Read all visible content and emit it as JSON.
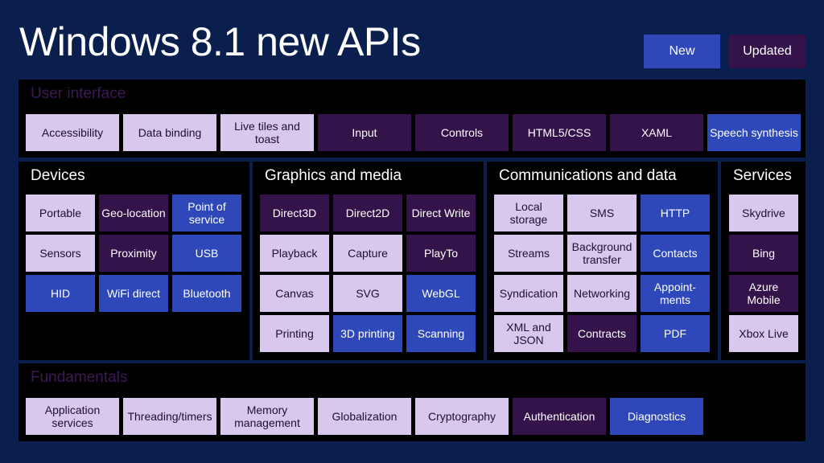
{
  "title": "Windows 8.1 new APIs",
  "legend": {
    "new": "New",
    "updated": "Updated"
  },
  "colors": {
    "background": "#0a1f4e",
    "existing": "#d9c8ee",
    "updated": "#34124a",
    "new": "#2e47b9",
    "panel": "#000000"
  },
  "user_interface": {
    "heading": "User interface",
    "tiles": [
      {
        "label": "Accessibility",
        "status": "existing"
      },
      {
        "label": "Data binding",
        "status": "existing"
      },
      {
        "label": "Live tiles and toast",
        "status": "existing"
      },
      {
        "label": "Input",
        "status": "updated"
      },
      {
        "label": "Controls",
        "status": "updated"
      },
      {
        "label": "HTML5/CSS",
        "status": "updated"
      },
      {
        "label": "XAML",
        "status": "updated"
      },
      {
        "label": "Speech synthesis",
        "status": "new"
      }
    ]
  },
  "devices": {
    "heading": "Devices",
    "tiles": [
      {
        "label": "Portable",
        "status": "existing"
      },
      {
        "label": "Geo-location",
        "status": "updated"
      },
      {
        "label": "Point of service",
        "status": "new"
      },
      {
        "label": "Sensors",
        "status": "existing"
      },
      {
        "label": "Proximity",
        "status": "updated"
      },
      {
        "label": "USB",
        "status": "new"
      },
      {
        "label": "HID",
        "status": "new"
      },
      {
        "label": "WiFi direct",
        "status": "new"
      },
      {
        "label": "Bluetooth",
        "status": "new"
      }
    ]
  },
  "graphics_media": {
    "heading": "Graphics and media",
    "tiles": [
      {
        "label": "Direct3D",
        "status": "updated"
      },
      {
        "label": "Direct2D",
        "status": "updated"
      },
      {
        "label": "Direct Write",
        "status": "updated"
      },
      {
        "label": "Playback",
        "status": "existing"
      },
      {
        "label": "Capture",
        "status": "existing"
      },
      {
        "label": "PlayTo",
        "status": "updated"
      },
      {
        "label": "Canvas",
        "status": "existing"
      },
      {
        "label": "SVG",
        "status": "existing"
      },
      {
        "label": "WebGL",
        "status": "new"
      },
      {
        "label": "Printing",
        "status": "existing"
      },
      {
        "label": "3D printing",
        "status": "new"
      },
      {
        "label": "Scanning",
        "status": "new"
      }
    ]
  },
  "communications_data": {
    "heading": "Communications and data",
    "tiles": [
      {
        "label": "Local storage",
        "status": "existing"
      },
      {
        "label": "SMS",
        "status": "existing"
      },
      {
        "label": "HTTP",
        "status": "new"
      },
      {
        "label": "Streams",
        "status": "existing"
      },
      {
        "label": "Background transfer",
        "status": "existing"
      },
      {
        "label": "Contacts",
        "status": "new"
      },
      {
        "label": "Syndication",
        "status": "existing"
      },
      {
        "label": "Networking",
        "status": "existing"
      },
      {
        "label": "Appoint-ments",
        "status": "new"
      },
      {
        "label": "XML and JSON",
        "status": "existing"
      },
      {
        "label": "Contracts",
        "status": "updated"
      },
      {
        "label": "PDF",
        "status": "new"
      }
    ]
  },
  "services": {
    "heading": "Services",
    "tiles": [
      {
        "label": "Skydrive",
        "status": "existing"
      },
      {
        "label": "Bing",
        "status": "updated"
      },
      {
        "label": "Azure Mobile",
        "status": "updated"
      },
      {
        "label": "Xbox Live",
        "status": "existing"
      }
    ]
  },
  "fundamentals": {
    "heading": "Fundamentals",
    "tiles": [
      {
        "label": "Application services",
        "status": "existing"
      },
      {
        "label": "Threading/timers",
        "status": "existing"
      },
      {
        "label": "Memory management",
        "status": "existing"
      },
      {
        "label": "Globalization",
        "status": "existing"
      },
      {
        "label": "Cryptography",
        "status": "existing"
      },
      {
        "label": "Authentication",
        "status": "updated"
      },
      {
        "label": "Diagnostics",
        "status": "new"
      }
    ]
  }
}
